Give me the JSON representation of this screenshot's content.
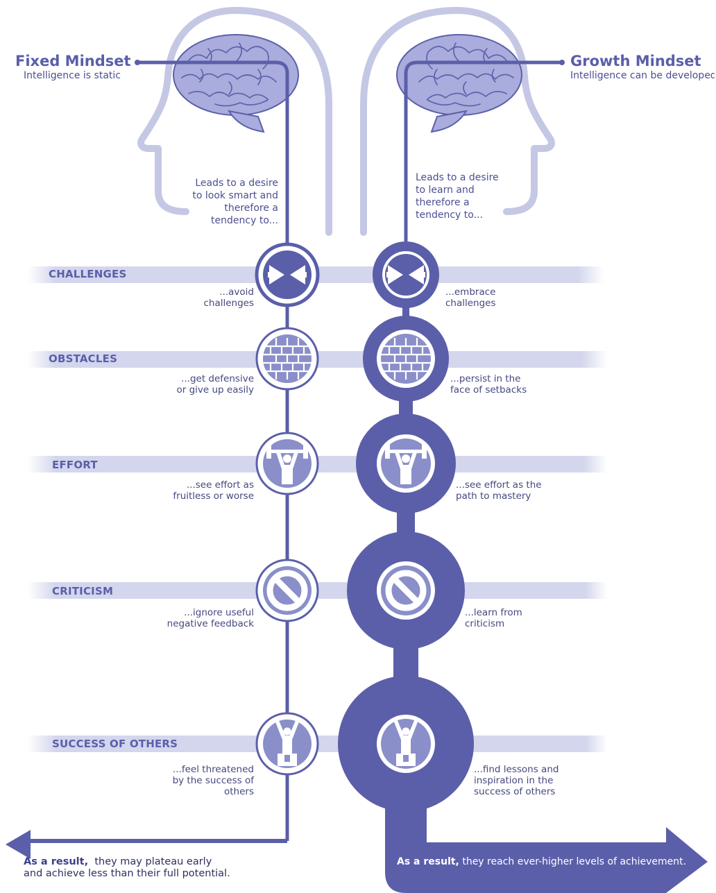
{
  "fixed": {
    "title": "Fixed Mindset",
    "subtitle": "Intelligence is static",
    "lead": "Leads to a desire to look smart and therefore a tendency to...",
    "result_bold": "As a result,",
    "result_text": "they may plateau early and achieve less than their full potential."
  },
  "growth": {
    "title": "Growth Mindset",
    "subtitle": "Intelligence can be developed",
    "lead": "Leads to a desire to learn and therefore a tendency to...",
    "result_bold": "As a result,",
    "result_text": "they reach ever-higher levels of achievement."
  },
  "rows": [
    {
      "label": "CHALLENGES",
      "icon": "arrows-inward-icon",
      "fixed": "...avoid challenges",
      "growth": "...embrace challenges"
    },
    {
      "label": "OBSTACLES",
      "icon": "brick-wall-icon",
      "fixed": "...get defensive or give up easily",
      "growth": "...persist in the face of setbacks"
    },
    {
      "label": "EFFORT",
      "icon": "weightlifter-icon",
      "fixed": "...see effort as fruitless or worse",
      "growth": "...see effort as the path to mastery"
    },
    {
      "label": "CRITICISM",
      "icon": "prohibition-icon",
      "fixed": "...ignore useful negative feedback",
      "growth": "...learn from criticism"
    },
    {
      "label": "SUCCESS OF OTHERS",
      "icon": "podium-winner-icon",
      "fixed": "...feel threatened by the success of others",
      "growth": "...find lessons and inspiration in the success of others"
    }
  ],
  "colors": {
    "primary": "#5b5fa9",
    "light": "#9aa0d0",
    "pale": "#c9cce6",
    "band": "#d3d6ec"
  }
}
